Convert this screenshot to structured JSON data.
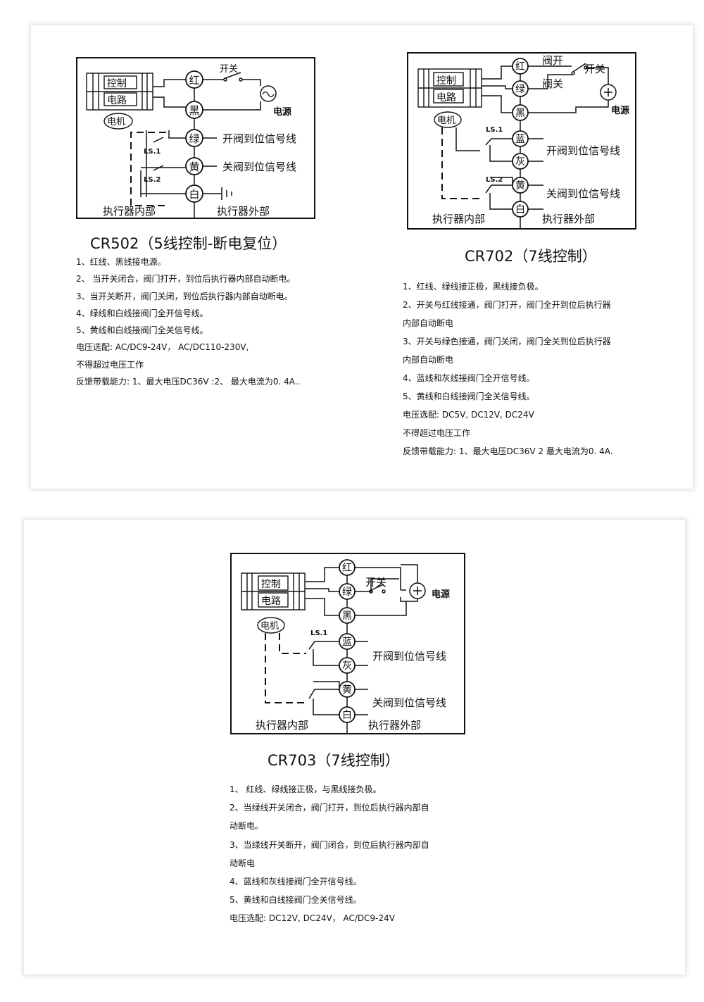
{
  "wire_labels": {
    "red": "红",
    "black": "黑",
    "green": "绿",
    "yellow": "黄",
    "white": "白",
    "blue": "蓝",
    "grey": "灰"
  },
  "common": {
    "control": "控制",
    "circuit": "电路",
    "motor": "电机",
    "switch": "开关",
    "power": "电源",
    "valve_open": "阀开",
    "valve_close": "阀关",
    "ls1": "LS.1",
    "ls2": "LS.2",
    "open_signal": "开阀到位信号线",
    "close_signal": "关阀到位信号线",
    "inside": "执行器内部",
    "outside": "执行器外部"
  },
  "cr502": {
    "title": "CR502（5线控制-断电复位）",
    "notes": [
      "1、红线、黑线接电源。",
      "2、 当开关闭合，阀门打开，到位后执行器内部自动断电。",
      "3、当开关断开，阀门关闭，到位后执行器内部自动断电。",
      "4、绿线和白线接阀门全开信号线。",
      "5、黄线和白线接阀门全关信号线。",
      "电压选配: AC/DC9-24V， AC/DC110-230V,",
      "不得超过电压工作",
      "反馈带载能力: 1、最大电压DC36V :2、 最大电流为0. 4A.."
    ]
  },
  "cr702": {
    "title": "CR702（7线控制）",
    "notes": [
      "1、红线、绿线接正极，黑线接负极。",
      "2、开关与红线接通，阀门打开，阀门全开到位后执行器",
      "内部自动断电",
      "3、开关与绿色接通，阀门关闭，阀门全关到位后执行器",
      "内部自动断电",
      "4、蓝线和灰线接阀门全开信号线。",
      "5、黄线和白线接阀门全关信号线。",
      "电压选配: DC5V, DC12V, DC24V",
      "不得超过电压工作",
      "反馈带载能力: 1、最大电压DC36V 2 最大电流为0. 4A."
    ]
  },
  "cr703": {
    "title": "CR703（7线控制）",
    "notes": [
      "1、 红线、绿线接正极，与黑线接负极。",
      "2、当绿线开关闭合，阀门打开，到位后执行器内部自",
      "动断电。",
      "3、当绿线开关断开，阀门闭合，到位后执行器内部自",
      "动断电",
      "4、蓝线和灰线接阀门全开信号线。",
      "5、黄线和白线接阀门全关信号线。",
      "电压选配: DC12V, DC24V， AC/DC9-24V"
    ]
  }
}
